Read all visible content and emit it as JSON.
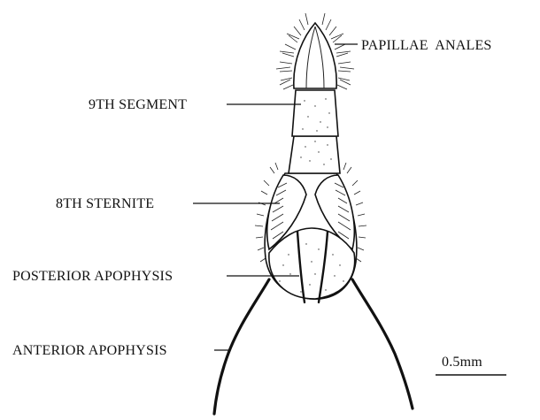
{
  "labels": {
    "papillae_anales": "PAPILLAE  ANALES",
    "ninth_segment": "9TH SEGMENT",
    "eighth_sternite": "8TH STERNITE",
    "posterior_apophysis": "POSTERIOR APOPHYSIS",
    "anterior_apophysis": "ANTERIOR APOPHYSIS"
  },
  "scale_bar": {
    "label": "0.5mm"
  },
  "colors": {
    "ink": "#111111",
    "background": "#ffffff"
  }
}
